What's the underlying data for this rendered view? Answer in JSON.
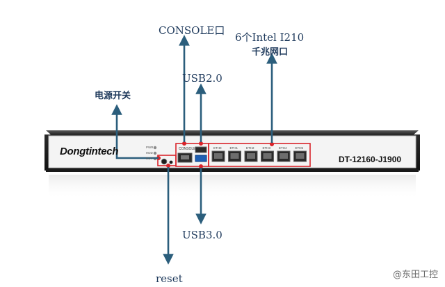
{
  "labels": {
    "console": "CONSOLE口",
    "intel_line1": "6个Intel I210",
    "intel_line2": "千兆网口",
    "usb2": "USB2.0",
    "power": "电源开关",
    "usb3": "USB3.0",
    "reset": "reset"
  },
  "device": {
    "brand": "Dongtintech",
    "model": "DT-12160-J1900",
    "console_port": "CONSOLE",
    "led_labels": [
      "PWR",
      "HDD",
      "RST"
    ],
    "eth_ports": [
      "ETH0",
      "ETH1",
      "ETH2",
      "ETH3",
      "ETH4",
      "ETH5"
    ]
  },
  "watermark": "@东田工控",
  "colors": {
    "arrow": "#2b5e7c",
    "callout": "#d8232a",
    "chassis": "#2f2f2f",
    "panel": "#f4f4f4"
  }
}
